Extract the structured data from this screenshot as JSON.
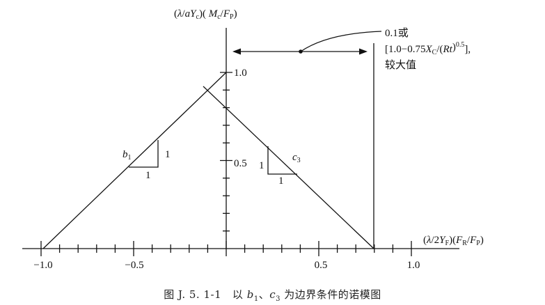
{
  "y_axis_label": "(λ/aY꜀)( M꜀/Fₚ)",
  "x_axis_label": "(λ/2Y_F)(F_R/F_P)",
  "ticks_x": [
    "−1.0",
    "−0.5",
    "0.5",
    "1.0"
  ],
  "ticks_y": [
    "1.0",
    "0.5"
  ],
  "annotation": {
    "line1": "0.1或",
    "line2": "[1.0−0.75X_C/(Rt)^0.5],",
    "line3": "较大值"
  },
  "slope_b1": {
    "label": "b₁",
    "rise": "1",
    "run": "1"
  },
  "slope_c3": {
    "label": "c₃",
    "rise": "1",
    "run": "1"
  },
  "caption": "图 J. 5. 1-1   以 b₁、c₃ 为边界条件的诺模图"
}
